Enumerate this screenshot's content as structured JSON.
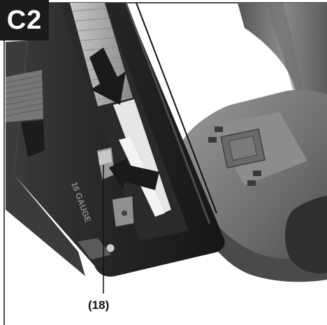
{
  "figure": {
    "label": "C2",
    "callouts": [
      {
        "id": "part-18",
        "text": "(18)"
      }
    ],
    "engraving_text": "16 GAUGE",
    "colors": {
      "badge_background": "#1b1b1b",
      "tool_body_dark": "#2b2b2b",
      "tool_body_grey": "#7d7d7d",
      "arrow_fill": "#1a1a1a"
    }
  }
}
